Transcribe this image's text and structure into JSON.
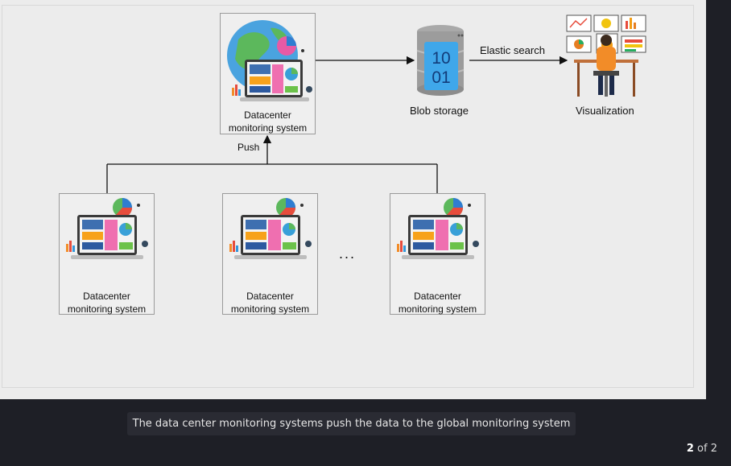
{
  "diagram": {
    "nodes": {
      "global": {
        "label_line1": "Datacenter",
        "label_line2": "monitoring system"
      },
      "local_1": {
        "label_line1": "Datacenter",
        "label_line2": "monitoring system"
      },
      "local_2": {
        "label_line1": "Datacenter",
        "label_line2": "monitoring system"
      },
      "local_3": {
        "label_line1": "Datacenter",
        "label_line2": "monitoring system"
      },
      "blob": {
        "label": "Blob storage",
        "icon": "database-icon",
        "glyph_line1": "10",
        "glyph_line2": "01"
      },
      "viz": {
        "label": "Visualization",
        "icon": "person-at-dashboards-icon"
      }
    },
    "edges": {
      "push_label": "Push",
      "elastic_label": "Elastic search"
    },
    "ellipsis": "..."
  },
  "caption": "The data center monitoring systems push the data to the global monitoring system",
  "pager": {
    "current": "2",
    "separator": "of",
    "total": "2"
  },
  "colors": {
    "background": "#1e1f26",
    "canvas": "#ececec",
    "box_border": "#9a9a9a",
    "caption_bg": "#2a2b33"
  }
}
